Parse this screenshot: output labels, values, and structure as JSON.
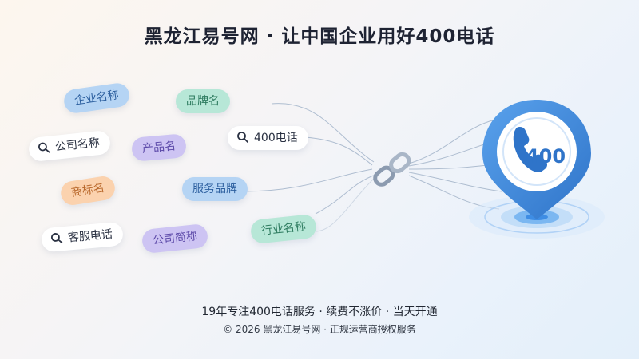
{
  "title": "黑龙江易号网 · 让中国企业用好400电话",
  "tags": {
    "company_name": "企业名称",
    "brand_name": "品牌名",
    "company_search": "公司名称",
    "product_name": "产品名",
    "phone_search": "400电话",
    "trademark": "商标名",
    "service_brand": "服务品牌",
    "customer_service_search": "客服电话",
    "company_short": "公司简称",
    "industry_name": "行业名称"
  },
  "pin_number": "400",
  "footer": {
    "tagline": "19年专注400电话服务 · 续费不涨价 · 当天开通",
    "copyright": "© 2026 黑龙江易号网 · 正规运营商授权服务"
  },
  "colors": {
    "pin": "#3d86dc",
    "tag_blue": "#b5d4f4",
    "tag_green": "#b7e7d7",
    "tag_purple": "#cdc4f3",
    "tag_orange": "#fbd2ae"
  },
  "icons": [
    "search-icon",
    "chain-link-icon",
    "location-pin-icon",
    "phone-handset-icon"
  ]
}
